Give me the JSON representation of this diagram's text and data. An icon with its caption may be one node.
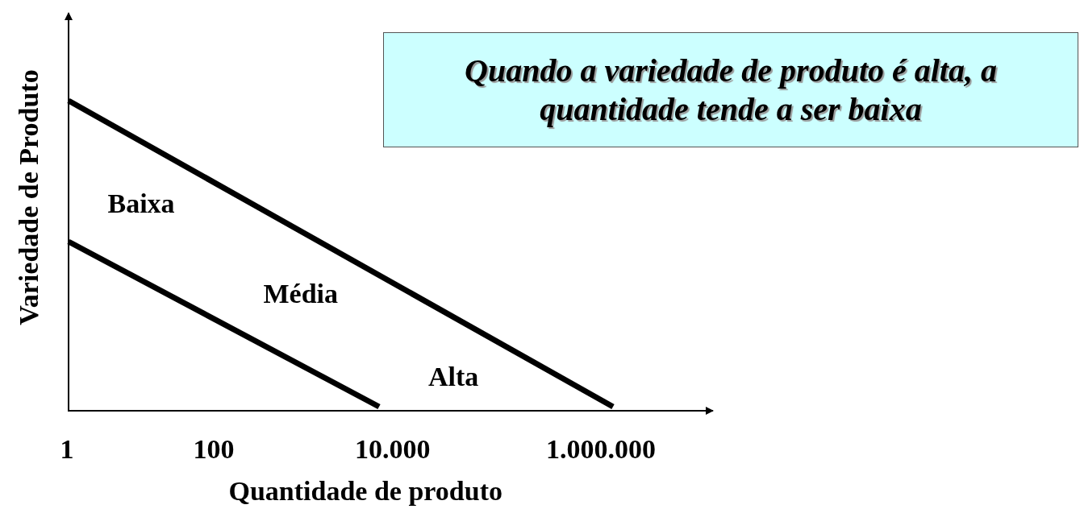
{
  "diagram": {
    "nodes": [
      {
        "text": [
          "Quando a variedade de produto é alta, a quantidade tende a ser baixa"
        ]
      }
    ],
    "labels": [
      "Variedade de Produto",
      "Baixa",
      "Média",
      "Alta",
      "1",
      "100",
      "10.000",
      "1.000.000",
      "Quantidade de produto"
    ]
  }
}
